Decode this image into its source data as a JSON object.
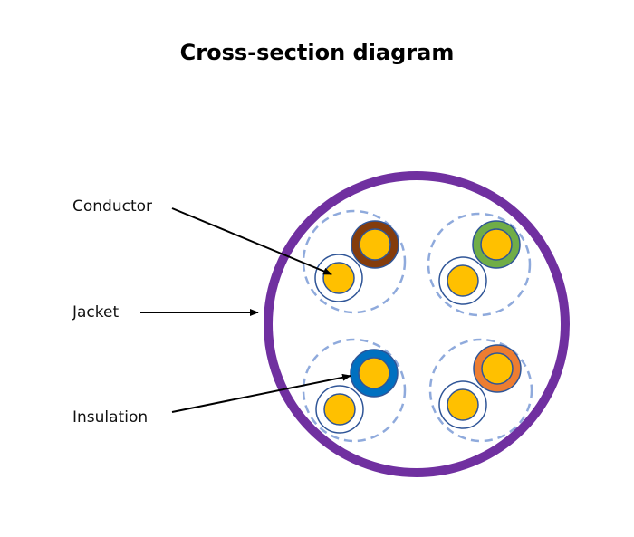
{
  "title": "Cross-section diagram",
  "labels": {
    "conductor": "Conductor",
    "jacket": "Jacket",
    "insulation": "Insulation"
  },
  "colors": {
    "jacket": "#7030a0",
    "conductor": "#ffc000",
    "outline": "#2f5597",
    "pair_shield": "#8faadc",
    "arrow": "#000000"
  },
  "pairs": [
    {
      "name": "brown-pair",
      "insulation_color": "#843c0c"
    },
    {
      "name": "green-pair",
      "insulation_color": "#70ad47"
    },
    {
      "name": "blue-pair",
      "insulation_color": "#0070c0"
    },
    {
      "name": "orange-pair",
      "insulation_color": "#ed7d31"
    }
  ]
}
